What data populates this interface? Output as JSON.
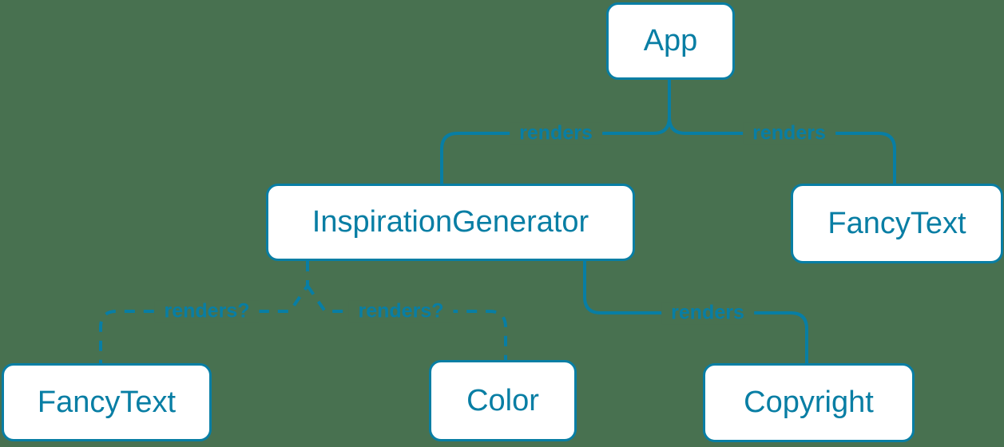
{
  "colors": {
    "background": "#487150",
    "accent": "#087ea4",
    "node_fill": "#ffffff"
  },
  "nodes": [
    {
      "id": "app",
      "label": "App"
    },
    {
      "id": "inspiration-generator",
      "label": "InspirationGenerator"
    },
    {
      "id": "fancy-text-top",
      "label": "FancyText"
    },
    {
      "id": "fancy-text-bottom",
      "label": "FancyText"
    },
    {
      "id": "color",
      "label": "Color"
    },
    {
      "id": "copyright",
      "label": "Copyright"
    }
  ],
  "edges": [
    {
      "from": "App",
      "to": "InspirationGenerator",
      "label": "renders",
      "style": "solid"
    },
    {
      "from": "App",
      "to": "FancyText",
      "label": "renders",
      "style": "solid"
    },
    {
      "from": "InspirationGenerator",
      "to": "FancyText",
      "label": "renders?",
      "style": "dashed"
    },
    {
      "from": "InspirationGenerator",
      "to": "Color",
      "label": "renders?",
      "style": "dashed"
    },
    {
      "from": "InspirationGenerator",
      "to": "Copyright",
      "label": "renders",
      "style": "solid"
    }
  ]
}
